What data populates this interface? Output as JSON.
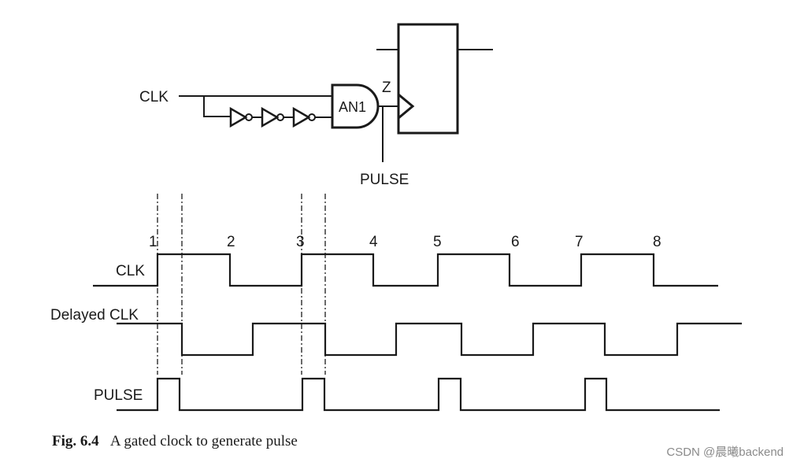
{
  "circuit": {
    "input_label": "CLK",
    "gate_label": "AN1",
    "output_label": "Z",
    "pulse_label": "PULSE"
  },
  "timing": {
    "edge_numbers": [
      "1",
      "2",
      "3",
      "4",
      "5",
      "6",
      "7",
      "8"
    ],
    "signals": [
      {
        "name": "CLK"
      },
      {
        "name": "Delayed CLK"
      },
      {
        "name": "PULSE"
      }
    ]
  },
  "caption": {
    "number": "Fig. 6.4",
    "text": "A gated clock to generate pulse"
  },
  "watermark": "CSDN @晨曦backend"
}
